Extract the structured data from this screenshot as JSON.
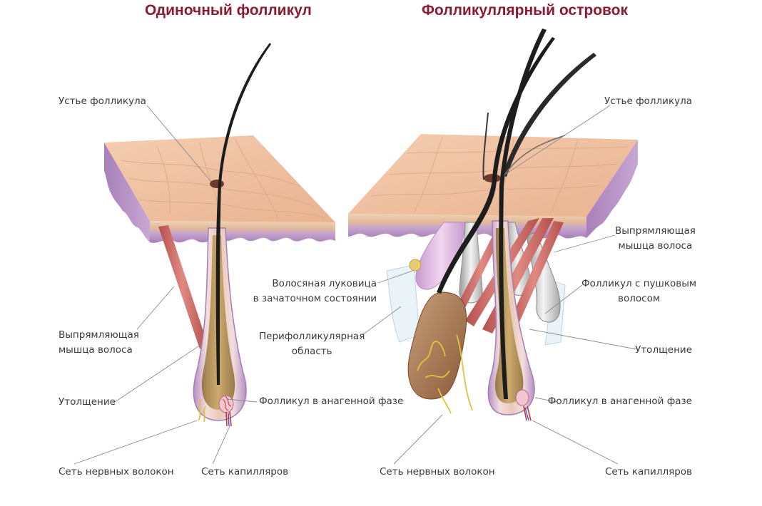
{
  "theme": {
    "title_color": "#8b1a32",
    "skin_top": "#efc0a0",
    "skin_edge": "#b994c2",
    "muscle": "#c9645f",
    "hair": "#1f1f1f"
  },
  "titles": {
    "single": "Одиночный фолликул",
    "island": "Фолликуллярный островок"
  },
  "labels": {
    "left": {
      "ostium": "Устье фолликула",
      "muscle_1": "Выпрямляющая",
      "muscle_2": "мышца волоса",
      "bulge": "Утолщение",
      "anagen": "Фолликул в анагенной фазе",
      "nerves": "Сеть нервных волокон",
      "capillaries": "Сеть капилляров"
    },
    "right": {
      "ostium": "Устье фолликула",
      "muscle_1": "Выпрямляющая",
      "muscle_2": "мышца волоса",
      "bulb_1": "Волосяная луковица",
      "bulb_2": "в зачаточном состоянии",
      "vellus_1": "Фолликул с пушковым",
      "vellus_2": "волосом",
      "peri_1": "Перифолликулярная",
      "peri_2": "область",
      "bulge": "Утолщение",
      "anagen": "Фолликул в анагенной фазе",
      "nerves": "Сеть нервных волокон",
      "capillaries": "Сеть капилляров"
    }
  }
}
